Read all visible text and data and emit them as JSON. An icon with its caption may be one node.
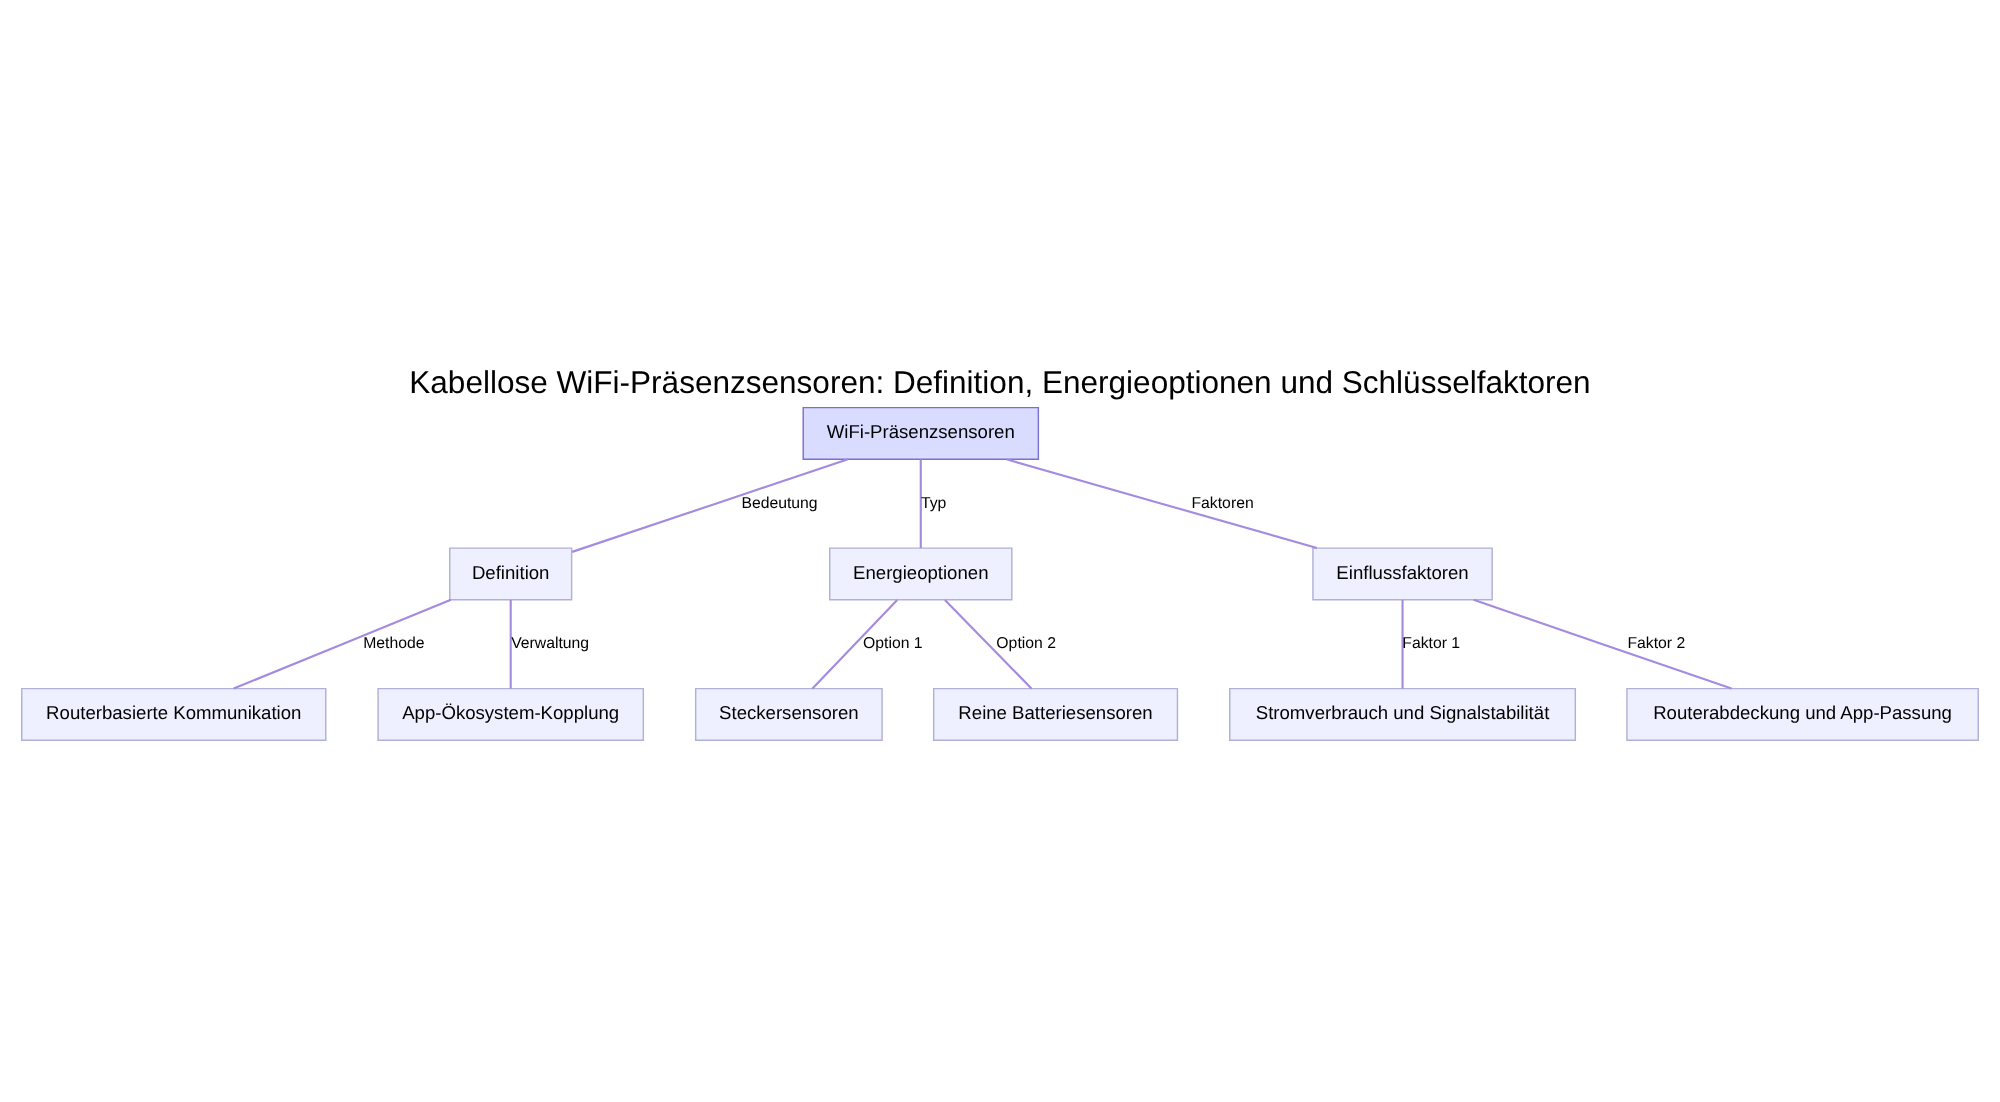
{
  "diagram": {
    "title": "Kabellose WiFi-Präsenzsensoren: Definition, Energieoptionen und Schlüsselfaktoren",
    "nodes": [
      {
        "text": [
          "WiFi-Präsenzsensoren"
        ]
      },
      {
        "text": [
          "Definition"
        ]
      },
      {
        "text": [
          "Energieoptionen"
        ]
      },
      {
        "text": [
          "Einflussfaktoren"
        ]
      },
      {
        "text": [
          "Routerbasierte Kommunikation"
        ]
      },
      {
        "text": [
          "App-Ökosystem-Kopplung"
        ]
      },
      {
        "text": [
          "Steckersensoren"
        ]
      },
      {
        "text": [
          "Reine Batteriesensoren"
        ]
      },
      {
        "text": [
          "Stromverbrauch und Signalstabilität"
        ]
      },
      {
        "text": [
          "Routerabdeckung und App-Passung"
        ]
      }
    ],
    "edges": [
      {
        "from": 0,
        "to": 1,
        "arrow": "none",
        "label": "Bedeutung"
      },
      {
        "from": 0,
        "to": 2,
        "arrow": "none",
        "label": "Typ"
      },
      {
        "from": 0,
        "to": 3,
        "arrow": "none",
        "label": "Faktoren"
      },
      {
        "from": 1,
        "to": 4,
        "arrow": "none",
        "label": "Methode"
      },
      {
        "from": 1,
        "to": 5,
        "arrow": "none",
        "label": "Verwaltung"
      },
      {
        "from": 2,
        "to": 6,
        "arrow": "none",
        "label": "Option 1"
      },
      {
        "from": 2,
        "to": 7,
        "arrow": "none",
        "label": "Option 2"
      },
      {
        "from": 3,
        "to": 8,
        "arrow": "none",
        "label": "Faktor 1"
      },
      {
        "from": 3,
        "to": 9,
        "arrow": "none",
        "label": "Faktor 2"
      }
    ]
  }
}
